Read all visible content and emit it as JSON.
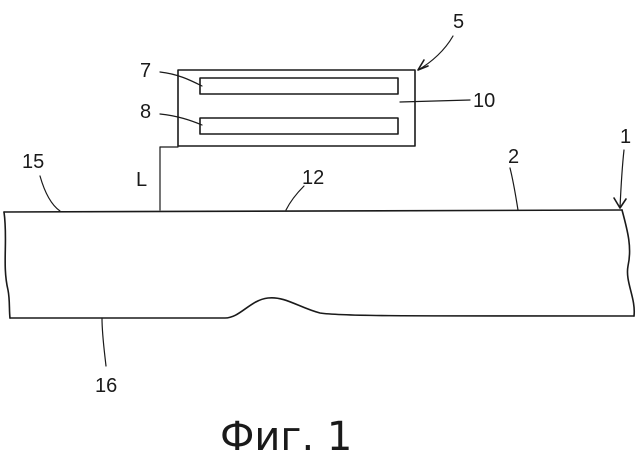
{
  "labels": {
    "l5": "5",
    "l7": "7",
    "l8": "8",
    "l10": "10",
    "l15": "15",
    "lL": "L",
    "l12": "12",
    "l2": "2",
    "l1": "1",
    "l16": "16"
  },
  "caption": "Фиг. 1"
}
